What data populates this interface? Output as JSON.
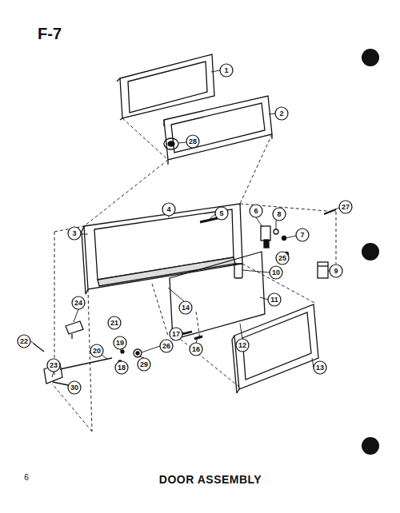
{
  "diagram": {
    "title": "DOOR ASSEMBLY",
    "labels": [
      "F-7",
      "1",
      "2",
      "28",
      "3",
      "4",
      "5",
      "6",
      "8",
      "27",
      "7",
      "25",
      "9",
      "10",
      "11",
      "14",
      "24",
      "12",
      "13",
      "17",
      "16",
      "21",
      "22",
      "23",
      "19",
      "18",
      "29",
      "20",
      "26",
      "30",
      "6"
    ]
  }
}
